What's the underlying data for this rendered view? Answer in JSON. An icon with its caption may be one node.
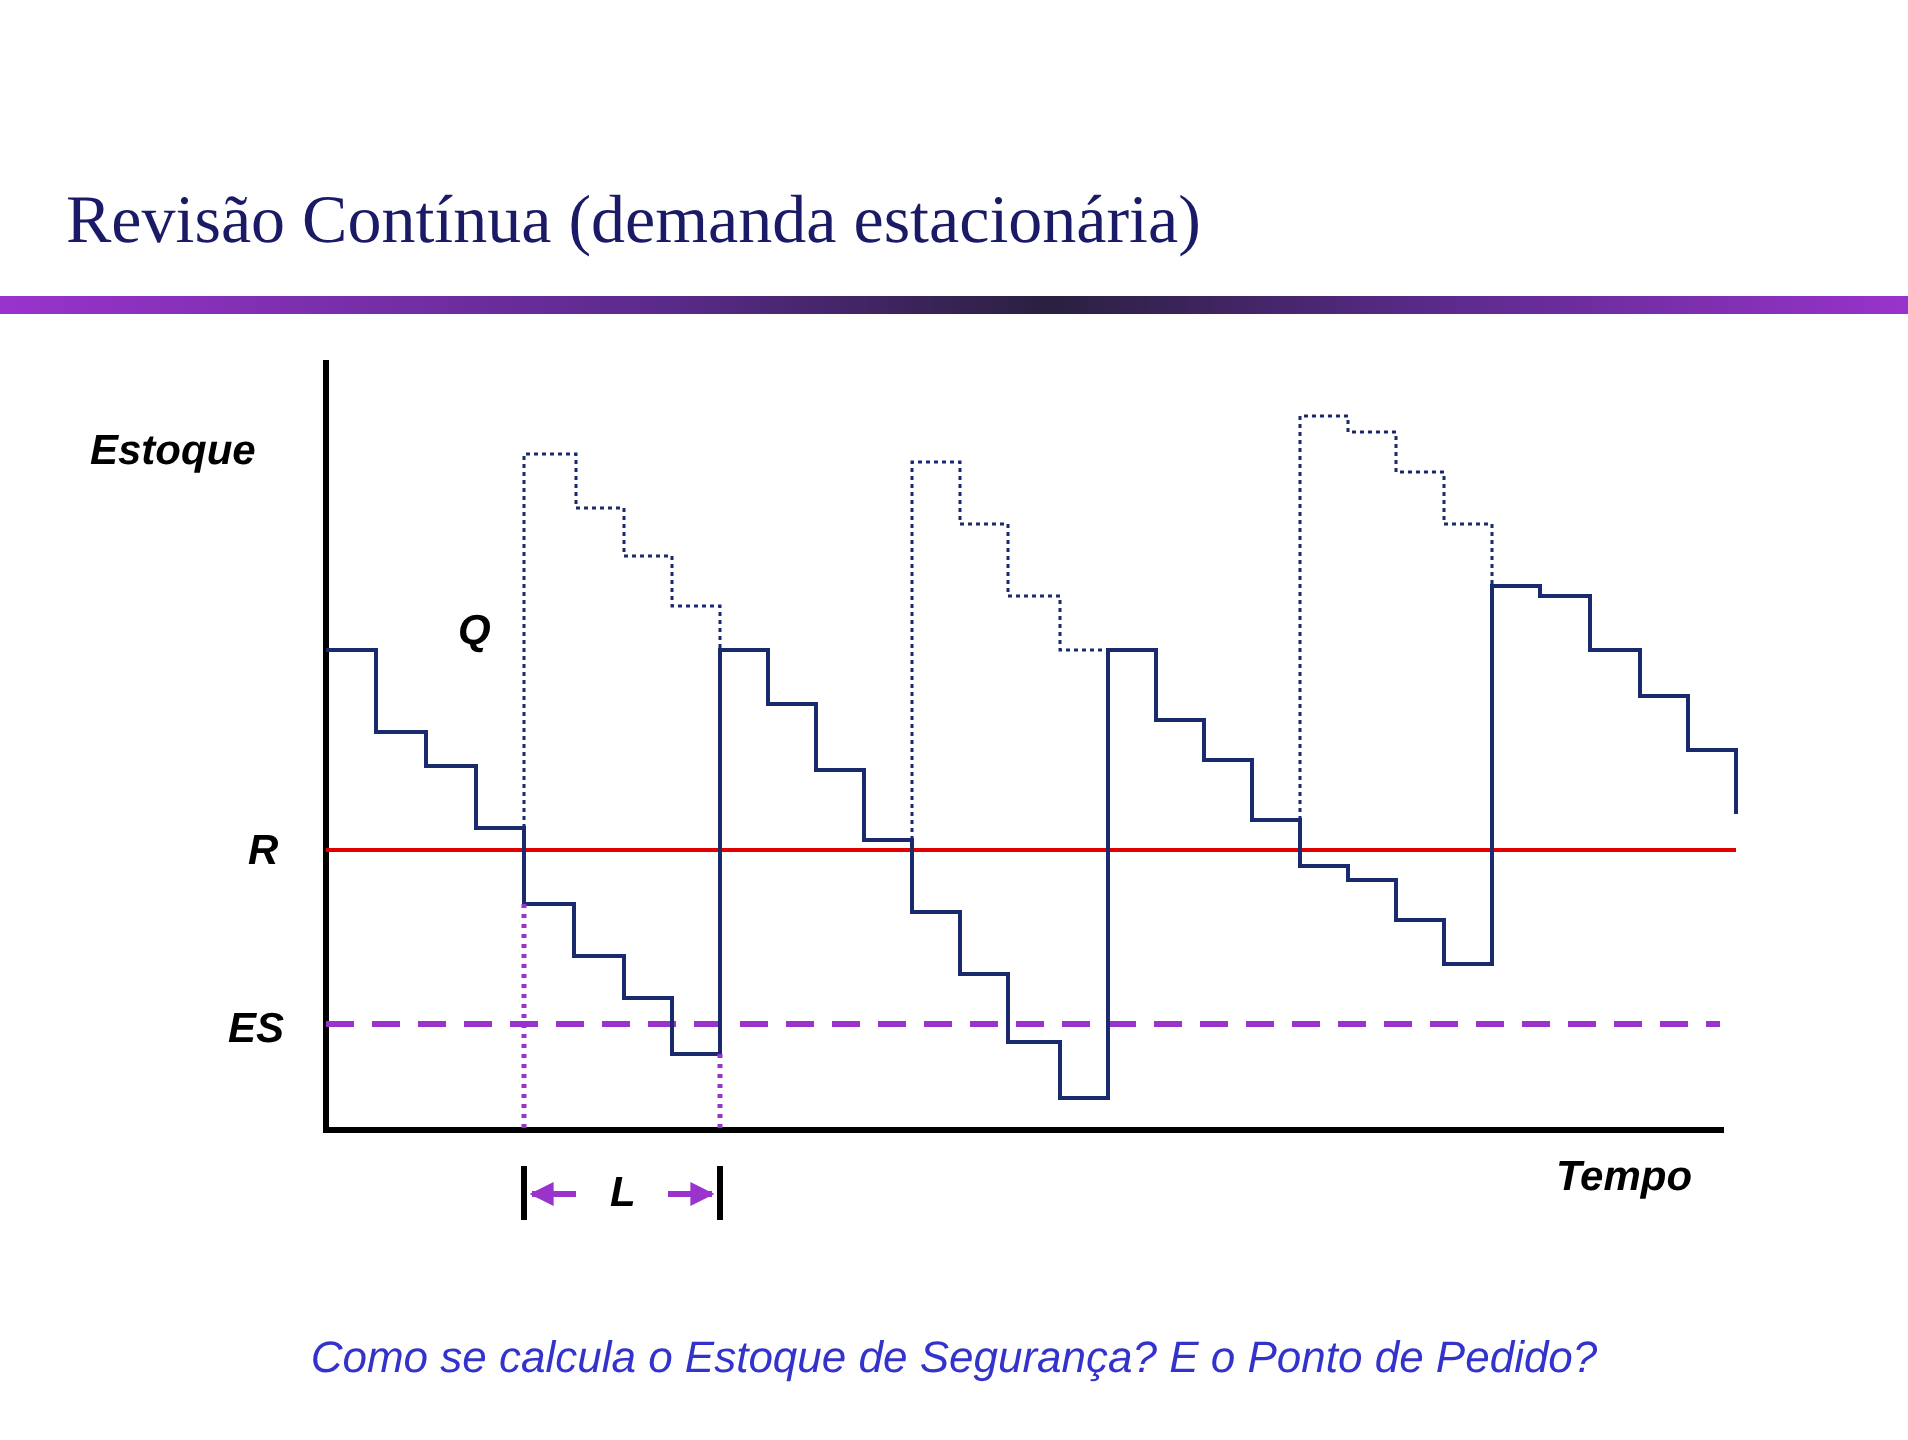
{
  "diagram": {
    "title": "Revisão Contínua (demanda estacionária)",
    "caption": "Como se calcula o Estoque de Segurança? E o Ponto de Pedido?",
    "labels": [
      "Estoque",
      "Q",
      "R",
      "ES",
      "L",
      "Tempo"
    ]
  }
}
